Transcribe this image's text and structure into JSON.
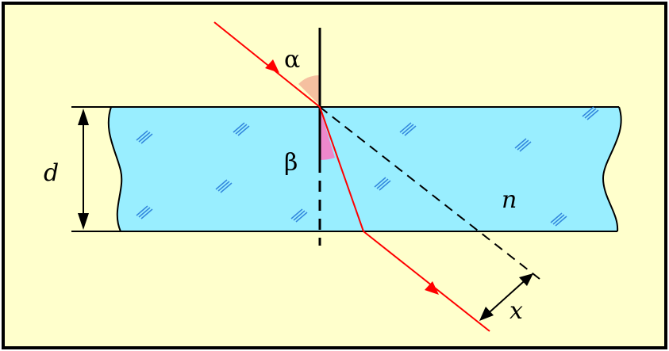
{
  "labels": {
    "incident_angle": "α",
    "refraction_angle": "β",
    "thickness": "d",
    "refractive_index": "n",
    "shift": "x"
  },
  "colors": {
    "background": "#FFFFCC",
    "plate": "#99EEFF",
    "ray": "#FF0000",
    "angle_alpha": "#F5C0A0",
    "angle_beta": "#EE88CC",
    "hatch": "#3388DD"
  }
}
